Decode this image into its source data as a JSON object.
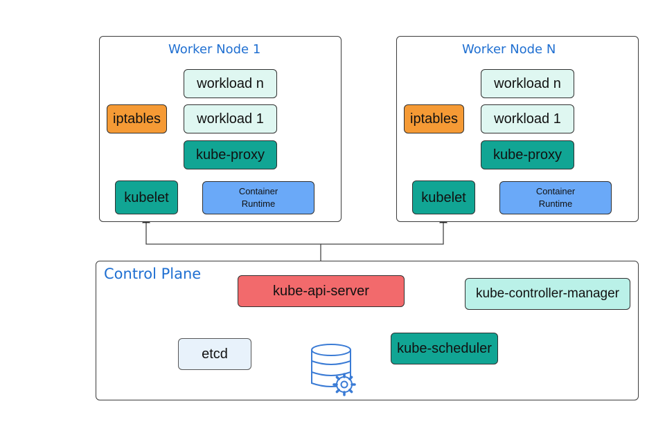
{
  "colors": {
    "workload": "#dff7f1",
    "kube_green": "#11a594",
    "iptables": "#f59a35",
    "runtime": "#6aa9f8",
    "api_server": "#f26a6c",
    "controller": "#baf1e8",
    "etcd_callout": "#e8f2fb",
    "title_blue": "#1f6fd1"
  },
  "worker_nodes": [
    {
      "title": "Worker Node 1",
      "workload_n": "workload n",
      "workload_1": "workload 1",
      "kube_proxy": "kube-proxy",
      "iptables": "iptables",
      "kubelet": "kubelet",
      "container_runtime": "Container\nRuntime"
    },
    {
      "title": "Worker Node N",
      "workload_n": "workload n",
      "workload_1": "workload 1",
      "kube_proxy": "kube-proxy",
      "iptables": "iptables",
      "kubelet": "kubelet",
      "container_runtime": "Container\nRuntime"
    }
  ],
  "control_plane": {
    "title": "Control Plane",
    "api_server": "kube-api-server",
    "controller_manager": "kube-controller-manager",
    "scheduler": "kube-scheduler",
    "etcd": "etcd",
    "database_icon": "database-gear-icon"
  }
}
